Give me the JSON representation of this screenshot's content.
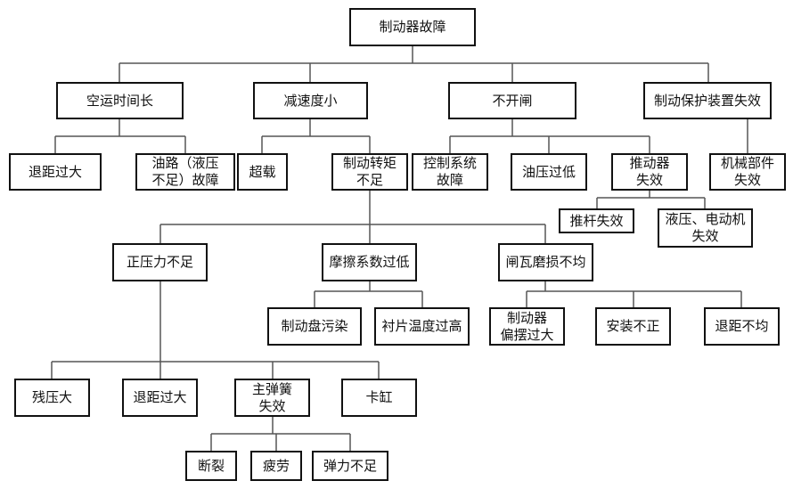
{
  "diagram": {
    "type": "fault-tree",
    "line_color": "#555555",
    "border_color": "#111111",
    "nodes": {
      "root": "制动器故障",
      "long_time": "空运时间长",
      "small_decel": "减速度小",
      "not_open": "不开闸",
      "protect_fail": "制动保护装置失效",
      "gap_large_1": "退距过大",
      "oil_circuit": "油路（液压\n不足）故障",
      "overload": "超载",
      "torque_low": "制动转矩\n不足",
      "control_fail": "控制系统\n故障",
      "oil_low": "油压过低",
      "pusher_fail": "推动器\n失效",
      "mech_fail": "机械部件\n失效",
      "rod_fail": "推杆失效",
      "hyd_motor_fail": "液压、电动机\n失效",
      "pressure_low": "正压力不足",
      "friction_low": "摩擦系数过低",
      "wear_uneven": "闸瓦磨损不均",
      "disc_dirty": "制动盘污染",
      "lining_hot": "衬片温度过高",
      "brake_swing": "制动器\n偏摆过大",
      "install_wrong": "安装不正",
      "gap_uneven": "退距不均",
      "residual_pressure": "残压大",
      "gap_large_2": "退距过大",
      "spring_fail": "主弹簧\n失效",
      "cylinder_stuck": "卡缸",
      "fracture": "断裂",
      "fatigue": "疲劳",
      "elastic_low": "弹力不足"
    }
  }
}
